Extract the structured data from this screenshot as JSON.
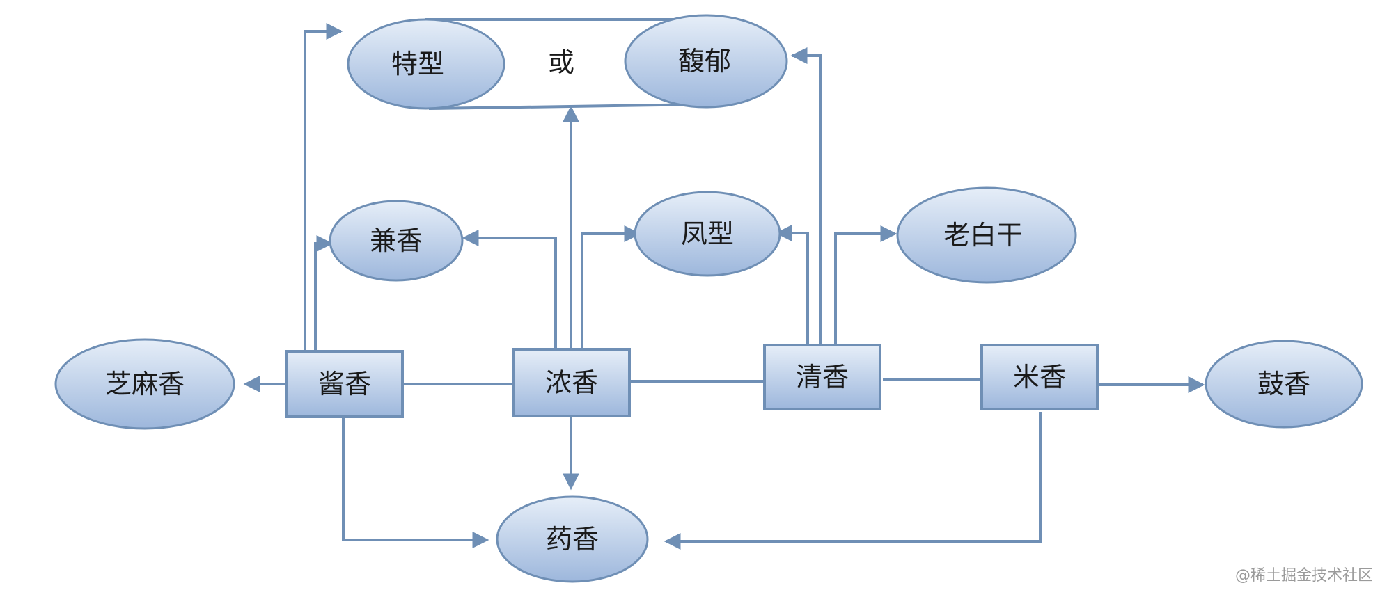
{
  "diagram": {
    "nodes": {
      "jiangxiang": "酱香",
      "nongxiang": "浓香",
      "qingxiang": "清香",
      "mixiang": "米香",
      "zhimaxiang": "芝麻香",
      "guxiang": "鼓香",
      "jianxiang": "兼香",
      "fengxing": "凤型",
      "laobaigan": "老白干",
      "yaoxiang": "药香",
      "texing": "特型",
      "huo": "或",
      "fuyu": "馥郁"
    },
    "edges": [
      {
        "from": "酱香",
        "to": "芝麻香"
      },
      {
        "from": "酱香",
        "to": "兼香"
      },
      {
        "from": "酱香",
        "to": "特型 或 馥郁"
      },
      {
        "from": "酱香",
        "to": "药香"
      },
      {
        "from": "浓香",
        "to": "兼香"
      },
      {
        "from": "浓香",
        "to": "凤型"
      },
      {
        "from": "浓香",
        "to": "特型 或 馥郁"
      },
      {
        "from": "浓香",
        "to": "药香"
      },
      {
        "from": "清香",
        "to": "凤型"
      },
      {
        "from": "清香",
        "to": "老白干"
      },
      {
        "from": "清香",
        "to": "特型 或 馥郁"
      },
      {
        "from": "米香",
        "to": "鼓香"
      },
      {
        "from": "米香",
        "to": "药香"
      }
    ]
  },
  "colors": {
    "node_fill_top": "#e6eef8",
    "node_fill_bottom": "#9db7dc",
    "node_stroke": "#6f8fb5",
    "edge": "#6f8fb5"
  },
  "watermark": "@稀土掘金技术社区"
}
